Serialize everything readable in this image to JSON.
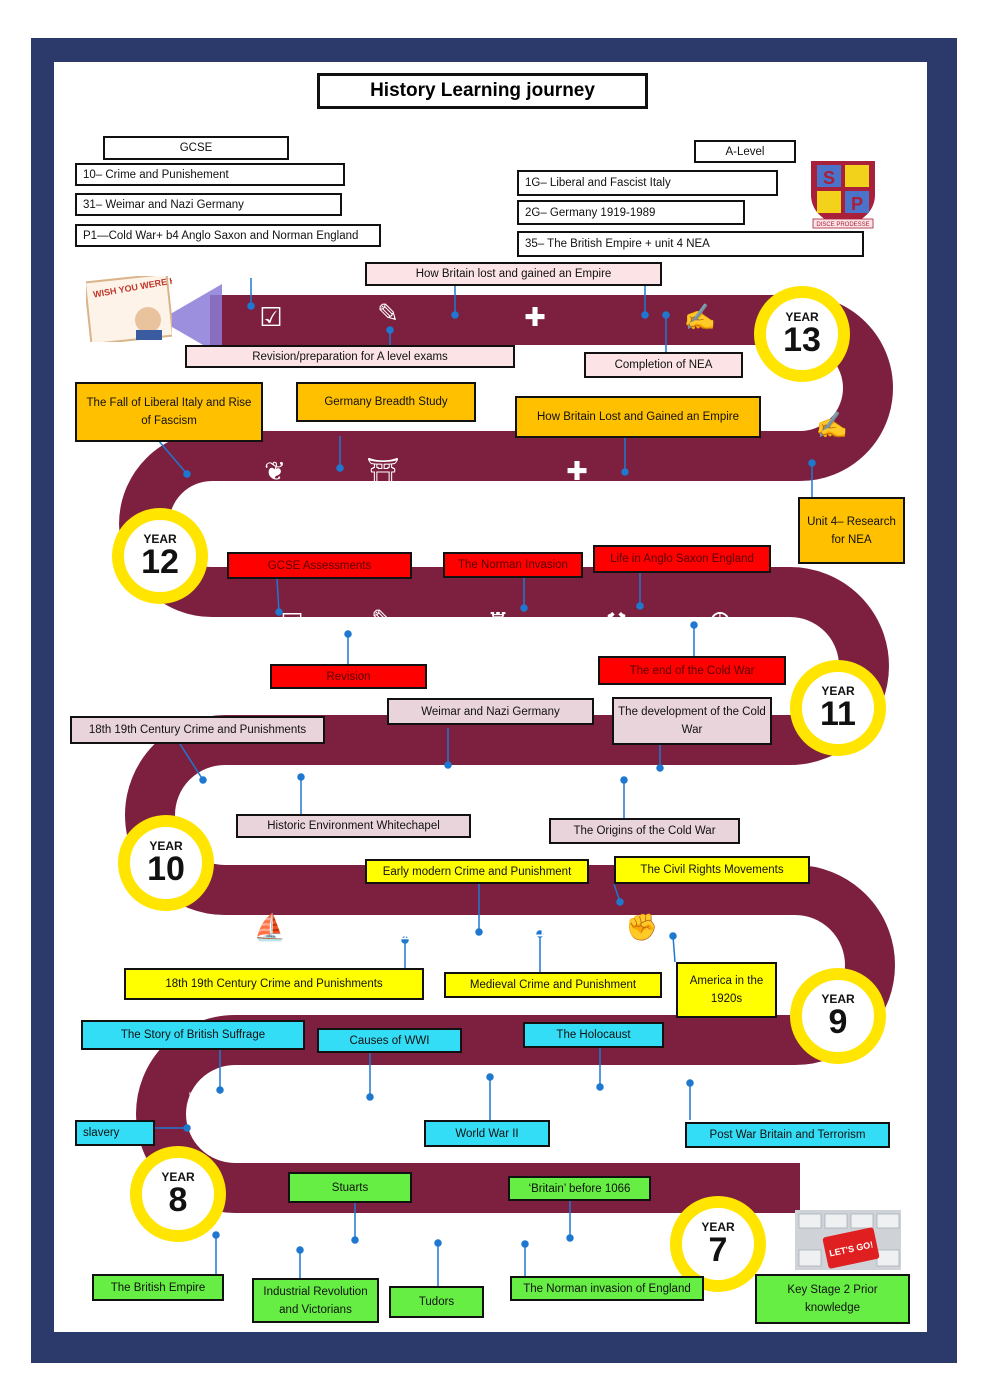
{
  "title": "History Learning journey",
  "gcse": {
    "heading": "GCSE",
    "items": [
      "10– Crime and Punishement",
      "31– Weimar and Nazi Germany",
      "P1—Cold War+ b4 Anglo Saxon and Norman England"
    ]
  },
  "alevel": {
    "heading": "A-Level",
    "items": [
      "1G– Liberal and Fascist Italy",
      "2G– Germany 1919-1989",
      "35– The British Empire + unit 4 NEA"
    ]
  },
  "logo": {
    "letters": [
      "S",
      "P"
    ],
    "motto": "DISCE PRODESSE"
  },
  "postcard": {
    "text": "WISH YOU WERE HERE"
  },
  "start_button": {
    "text": "LET'S GO!"
  },
  "years": {
    "y13": {
      "label": "YEAR",
      "number": "13"
    },
    "y12": {
      "label": "YEAR",
      "number": "12"
    },
    "y11": {
      "label": "YEAR",
      "number": "11"
    },
    "y10": {
      "label": "YEAR",
      "number": "10"
    },
    "y9": {
      "label": "YEAR",
      "number": "9"
    },
    "y8": {
      "label": "YEAR",
      "number": "8"
    },
    "y7": {
      "label": "YEAR",
      "number": "7"
    }
  },
  "topics": {
    "y13_empire": "How Britain lost and gained an Empire",
    "y13_revision": "Revision/preparation for A level exams",
    "y13_nea": "Completion of NEA",
    "y12_italy": "The Fall of Liberal Italy and Rise of Fascism",
    "y12_germany": "Germany Breadth Study",
    "y12_empire": "How Britain Lost and Gained an Empire",
    "y12_unit4": "Unit 4– Research for NEA",
    "y11_assess": "GCSE Assessments",
    "y11_norman": "The Norman Invasion",
    "y11_anglo": "Life in Anglo Saxon England",
    "y11_revision": "Revision",
    "y11_coldwar_end": "The end of the Cold War",
    "y10_crime": "18th 19th Century Crime and Punishments",
    "y10_weimar": "Weimar and Nazi Germany",
    "y10_dev_cold": "The development of the Cold War",
    "y10_whitechapel": "Historic Environment Whitechapel",
    "y10_origins": "The Origins of the Cold War",
    "y9_early": "Early modern Crime and Punishment",
    "y9_civil": "The Civil Rights Movements",
    "y9_crime": "18th 19th Century Crime and Punishments",
    "y9_medieval": "Medieval Crime and Punishment",
    "y9_america": "America in the 1920s",
    "y8_suffrage": "The Story of British Suffrage",
    "y8_wwi": "Causes of WWI",
    "y8_holocaust": "The Holocaust",
    "y8_slavery": "slavery",
    "y8_wwii": "World War II",
    "y8_postwar": "Post War Britain and Terrorism",
    "y7_stuarts": "Stuarts",
    "y7_before1066": "‘Britain’ before 1066",
    "y7_empire": "The British Empire",
    "y7_industrial": "Industrial Revolution and Victorians",
    "y7_tudors": "Tudors",
    "y7_norman": "The Norman invasion of England",
    "y7_ks2": "Key Stage 2 Prior knowledge"
  },
  "colors": {
    "frame": "#2b3a6b",
    "road": "#7d1f3e",
    "year_ring": "#ffe500",
    "orange": "#ffc000",
    "red": "#ff0000",
    "yellow": "#ffff00",
    "cyan": "#33ddf5",
    "green": "#66ee44",
    "pink": "#fbe3e6",
    "mauve": "#ead4dc"
  }
}
